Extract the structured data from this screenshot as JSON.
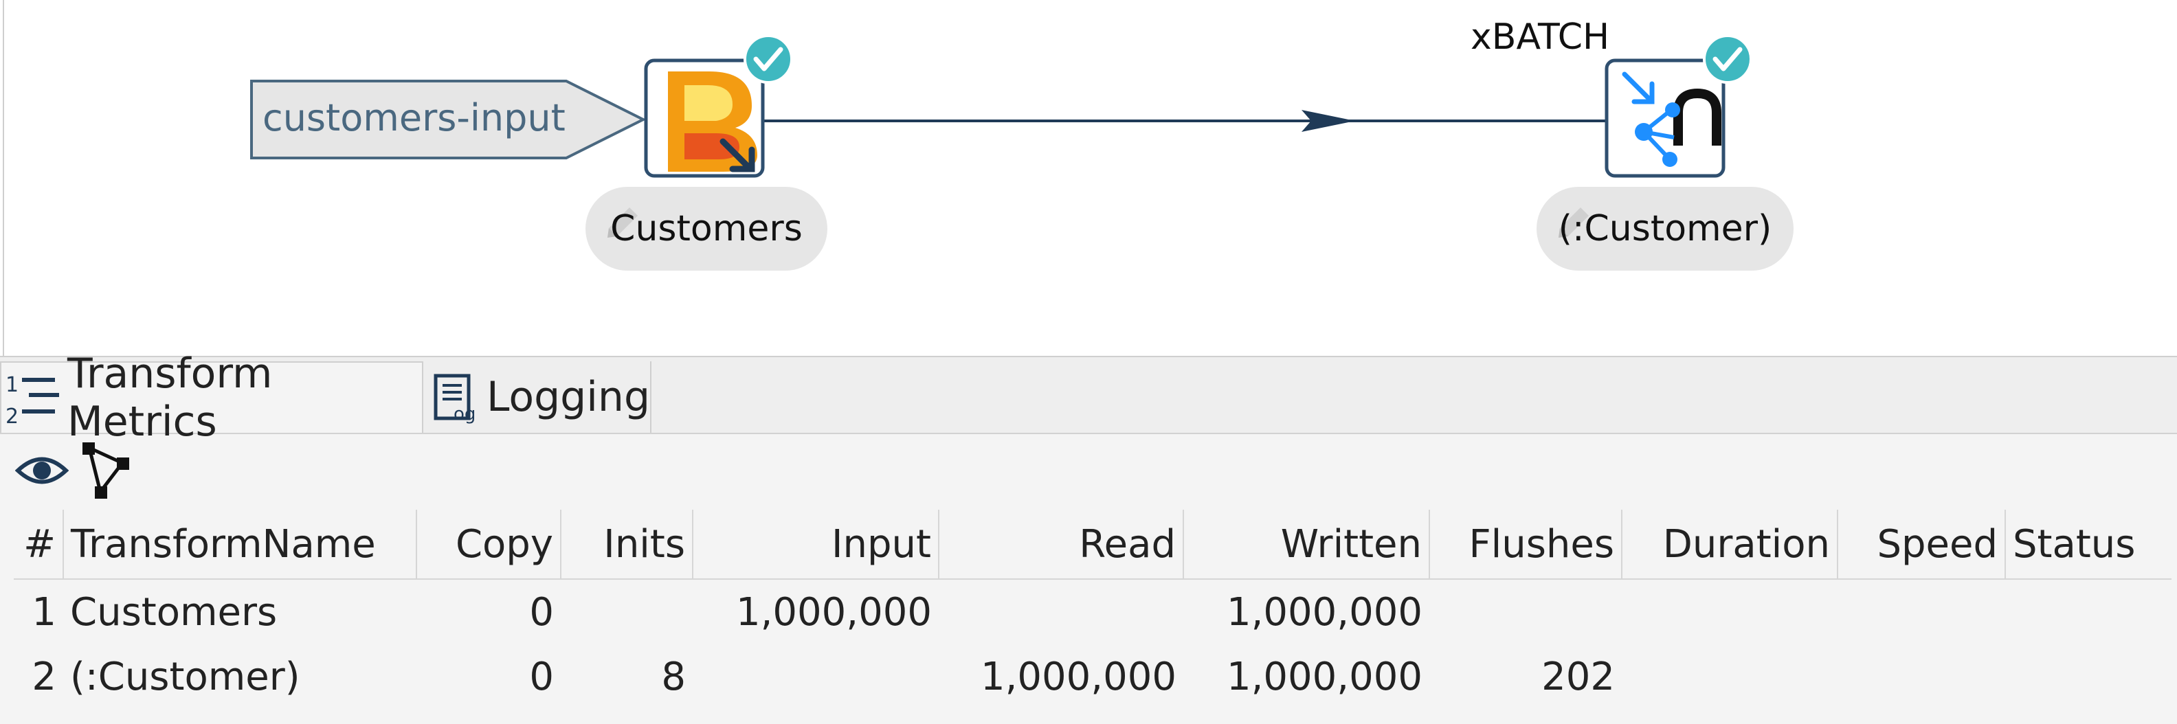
{
  "canvas": {
    "nodes": [
      {
        "label": "Customers",
        "status": "success"
      },
      {
        "label": "(:Customer)",
        "status": "success",
        "caption": "xBATCH"
      }
    ],
    "input_tag": "customers-input",
    "colors": {
      "hop": "#1f3a57",
      "check": "#3fb8c0",
      "node_border": "#2f4f6f",
      "tag_fill": "#e6e6e6",
      "tag_text": "#4a6880"
    }
  },
  "tabs": [
    {
      "label": "Transform Metrics",
      "active": true,
      "icon": "numbered-list-icon"
    },
    {
      "label": "Logging",
      "active": false,
      "icon": "log-icon"
    }
  ],
  "toolbar": {
    "icons": [
      "eye-icon",
      "transform-graph-icon"
    ]
  },
  "metrics": {
    "columns": [
      "#",
      "TransformName",
      "Copy",
      "Inits",
      "Input",
      "Read",
      "Written",
      "Flushes",
      "Duration",
      "Speed",
      "Status"
    ],
    "rows": [
      [
        "1",
        "Customers",
        "0",
        "",
        "1,000,000",
        "",
        "1,000,000",
        "",
        "",
        "",
        ""
      ],
      [
        "2",
        "(:Customer)",
        "0",
        "8",
        "",
        "1,000,000",
        "1,000,000",
        "202",
        "",
        "",
        ""
      ]
    ]
  }
}
